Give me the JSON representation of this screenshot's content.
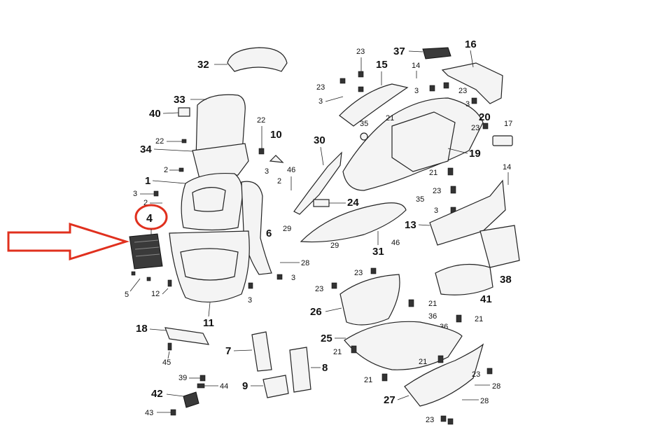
{
  "diagram": {
    "highlight": {
      "label": "4",
      "circle_color": "#e0301e",
      "arrow_color": "#e0301e"
    },
    "labels_large": [
      "32",
      "33",
      "40",
      "34",
      "1",
      "2",
      "3",
      "4",
      "5",
      "6",
      "7",
      "8",
      "9",
      "10",
      "11",
      "12",
      "13",
      "14",
      "15",
      "16",
      "17",
      "18",
      "19",
      "20",
      "21",
      "22",
      "23",
      "24",
      "25",
      "26",
      "27",
      "28",
      "29",
      "30",
      "31",
      "35",
      "36",
      "37",
      "38",
      "39",
      "41",
      "42",
      "43",
      "44",
      "45",
      "46"
    ],
    "callouts": {
      "l32": "32",
      "l33": "33",
      "l40": "40",
      "l34": "34",
      "l22a": "22",
      "l2a": "2",
      "l1": "1",
      "l3a": "3",
      "l2b": "2",
      "l4": "4",
      "l5": "5",
      "l12": "12",
      "l11": "11",
      "l6": "6",
      "l3b": "3",
      "l3c": "3",
      "l28a": "28",
      "l22b": "22",
      "l10": "10",
      "l3d": "3",
      "l2c": "2",
      "l46a": "46",
      "l30": "30",
      "l24": "24",
      "l29a": "29",
      "l29b": "29",
      "l31": "31",
      "l46b": "46",
      "l23a": "23",
      "l15": "15",
      "l23b": "23",
      "l3e": "3",
      "l14a": "14",
      "l37": "37",
      "l16": "16",
      "l3f": "3",
      "l23c": "23",
      "l21a": "21",
      "l35a": "35",
      "l3g": "3",
      "l20": "20",
      "l23d": "23",
      "l17": "17",
      "l19": "19",
      "l21b": "21",
      "l14b": "14",
      "l23e": "23",
      "l35b": "35",
      "l3h": "3",
      "l13": "13",
      "l38": "38",
      "l41": "41",
      "l18": "18",
      "l45": "45",
      "l7": "7",
      "l8": "8",
      "l9": "9",
      "l39": "39",
      "l44": "44",
      "l42": "42",
      "l43": "43",
      "l23f": "23",
      "l26": "26",
      "l23g": "23",
      "l21c": "21",
      "l36a": "36",
      "l36b": "36",
      "l21d": "21",
      "l25": "25",
      "l21e": "21",
      "l21f": "21",
      "l21g": "21",
      "l23h": "23",
      "l28b": "28",
      "l27": "27",
      "l28c": "28",
      "l23i": "23",
      "l3i": "3"
    }
  }
}
